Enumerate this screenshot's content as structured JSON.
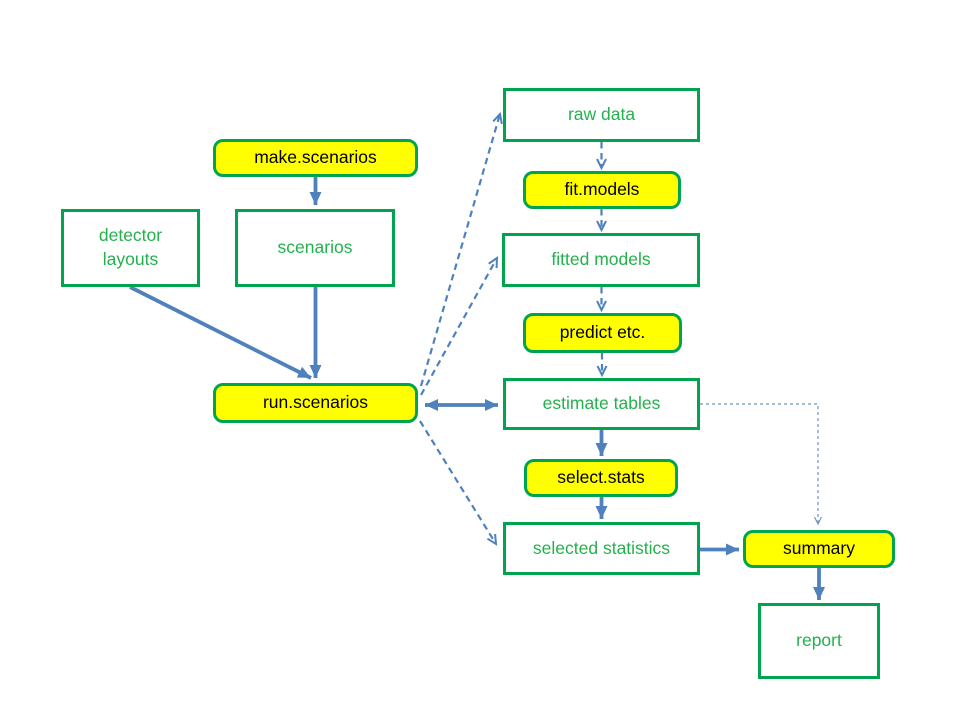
{
  "diagram": {
    "description": "workflow diagram of function boxes (yellow) and data boxes (white) connected by arrows"
  },
  "colors": {
    "box_border_green": "#00a44f",
    "data_text_green": "#24b14d",
    "function_fill_yellow": "#ffff00",
    "function_text_black": "#000000",
    "arrow_blue": "#4f81bd",
    "thin_dashed_blue": "#6f94c4",
    "background": "#ffffff"
  },
  "nodes": {
    "make_scenarios": {
      "label": "make.scenarios",
      "type": "function"
    },
    "detector_layouts": {
      "label": "detector\nlayouts",
      "type": "data"
    },
    "scenarios": {
      "label": "scenarios",
      "type": "data"
    },
    "run_scenarios": {
      "label": "run.scenarios",
      "type": "function"
    },
    "raw_data": {
      "label": "raw data",
      "type": "data"
    },
    "fit_models": {
      "label": "fit.models",
      "type": "function"
    },
    "fitted_models": {
      "label": "fitted models",
      "type": "data"
    },
    "predict_etc": {
      "label": "predict etc.",
      "type": "function"
    },
    "estimate_tables": {
      "label": "estimate tables",
      "type": "data"
    },
    "select_stats": {
      "label": "select.stats",
      "type": "function"
    },
    "selected_statistics": {
      "label": "selected statistics",
      "type": "data"
    },
    "summary": {
      "label": "summary",
      "type": "function"
    },
    "report": {
      "label": "report",
      "type": "data"
    }
  },
  "edges": [
    {
      "from": "make.scenarios",
      "to": "scenarios",
      "style": "solid"
    },
    {
      "from": "scenarios",
      "to": "run.scenarios",
      "style": "solid"
    },
    {
      "from": "detector layouts",
      "to": "run.scenarios",
      "style": "solid"
    },
    {
      "from": "run.scenarios",
      "to": "estimate tables",
      "style": "solid-double-headed"
    },
    {
      "from": "raw data",
      "to": "fit.models",
      "style": "dashed"
    },
    {
      "from": "fit.models",
      "to": "fitted models",
      "style": "dashed"
    },
    {
      "from": "fitted models",
      "to": "predict etc.",
      "style": "dashed"
    },
    {
      "from": "predict etc.",
      "to": "estimate tables",
      "style": "dashed"
    },
    {
      "from": "estimate tables",
      "to": "select.stats",
      "style": "solid"
    },
    {
      "from": "select.stats",
      "to": "selected statistics",
      "style": "solid"
    },
    {
      "from": "selected statistics",
      "to": "summary",
      "style": "solid"
    },
    {
      "from": "summary",
      "to": "report",
      "style": "solid"
    },
    {
      "from": "run.scenarios",
      "to": "raw data",
      "style": "dashed"
    },
    {
      "from": "run.scenarios",
      "to": "fitted models",
      "style": "dashed"
    },
    {
      "from": "run.scenarios",
      "to": "selected statistics",
      "style": "dashed"
    },
    {
      "from": "estimate tables",
      "to": "summary",
      "style": "dashed-thin"
    }
  ]
}
